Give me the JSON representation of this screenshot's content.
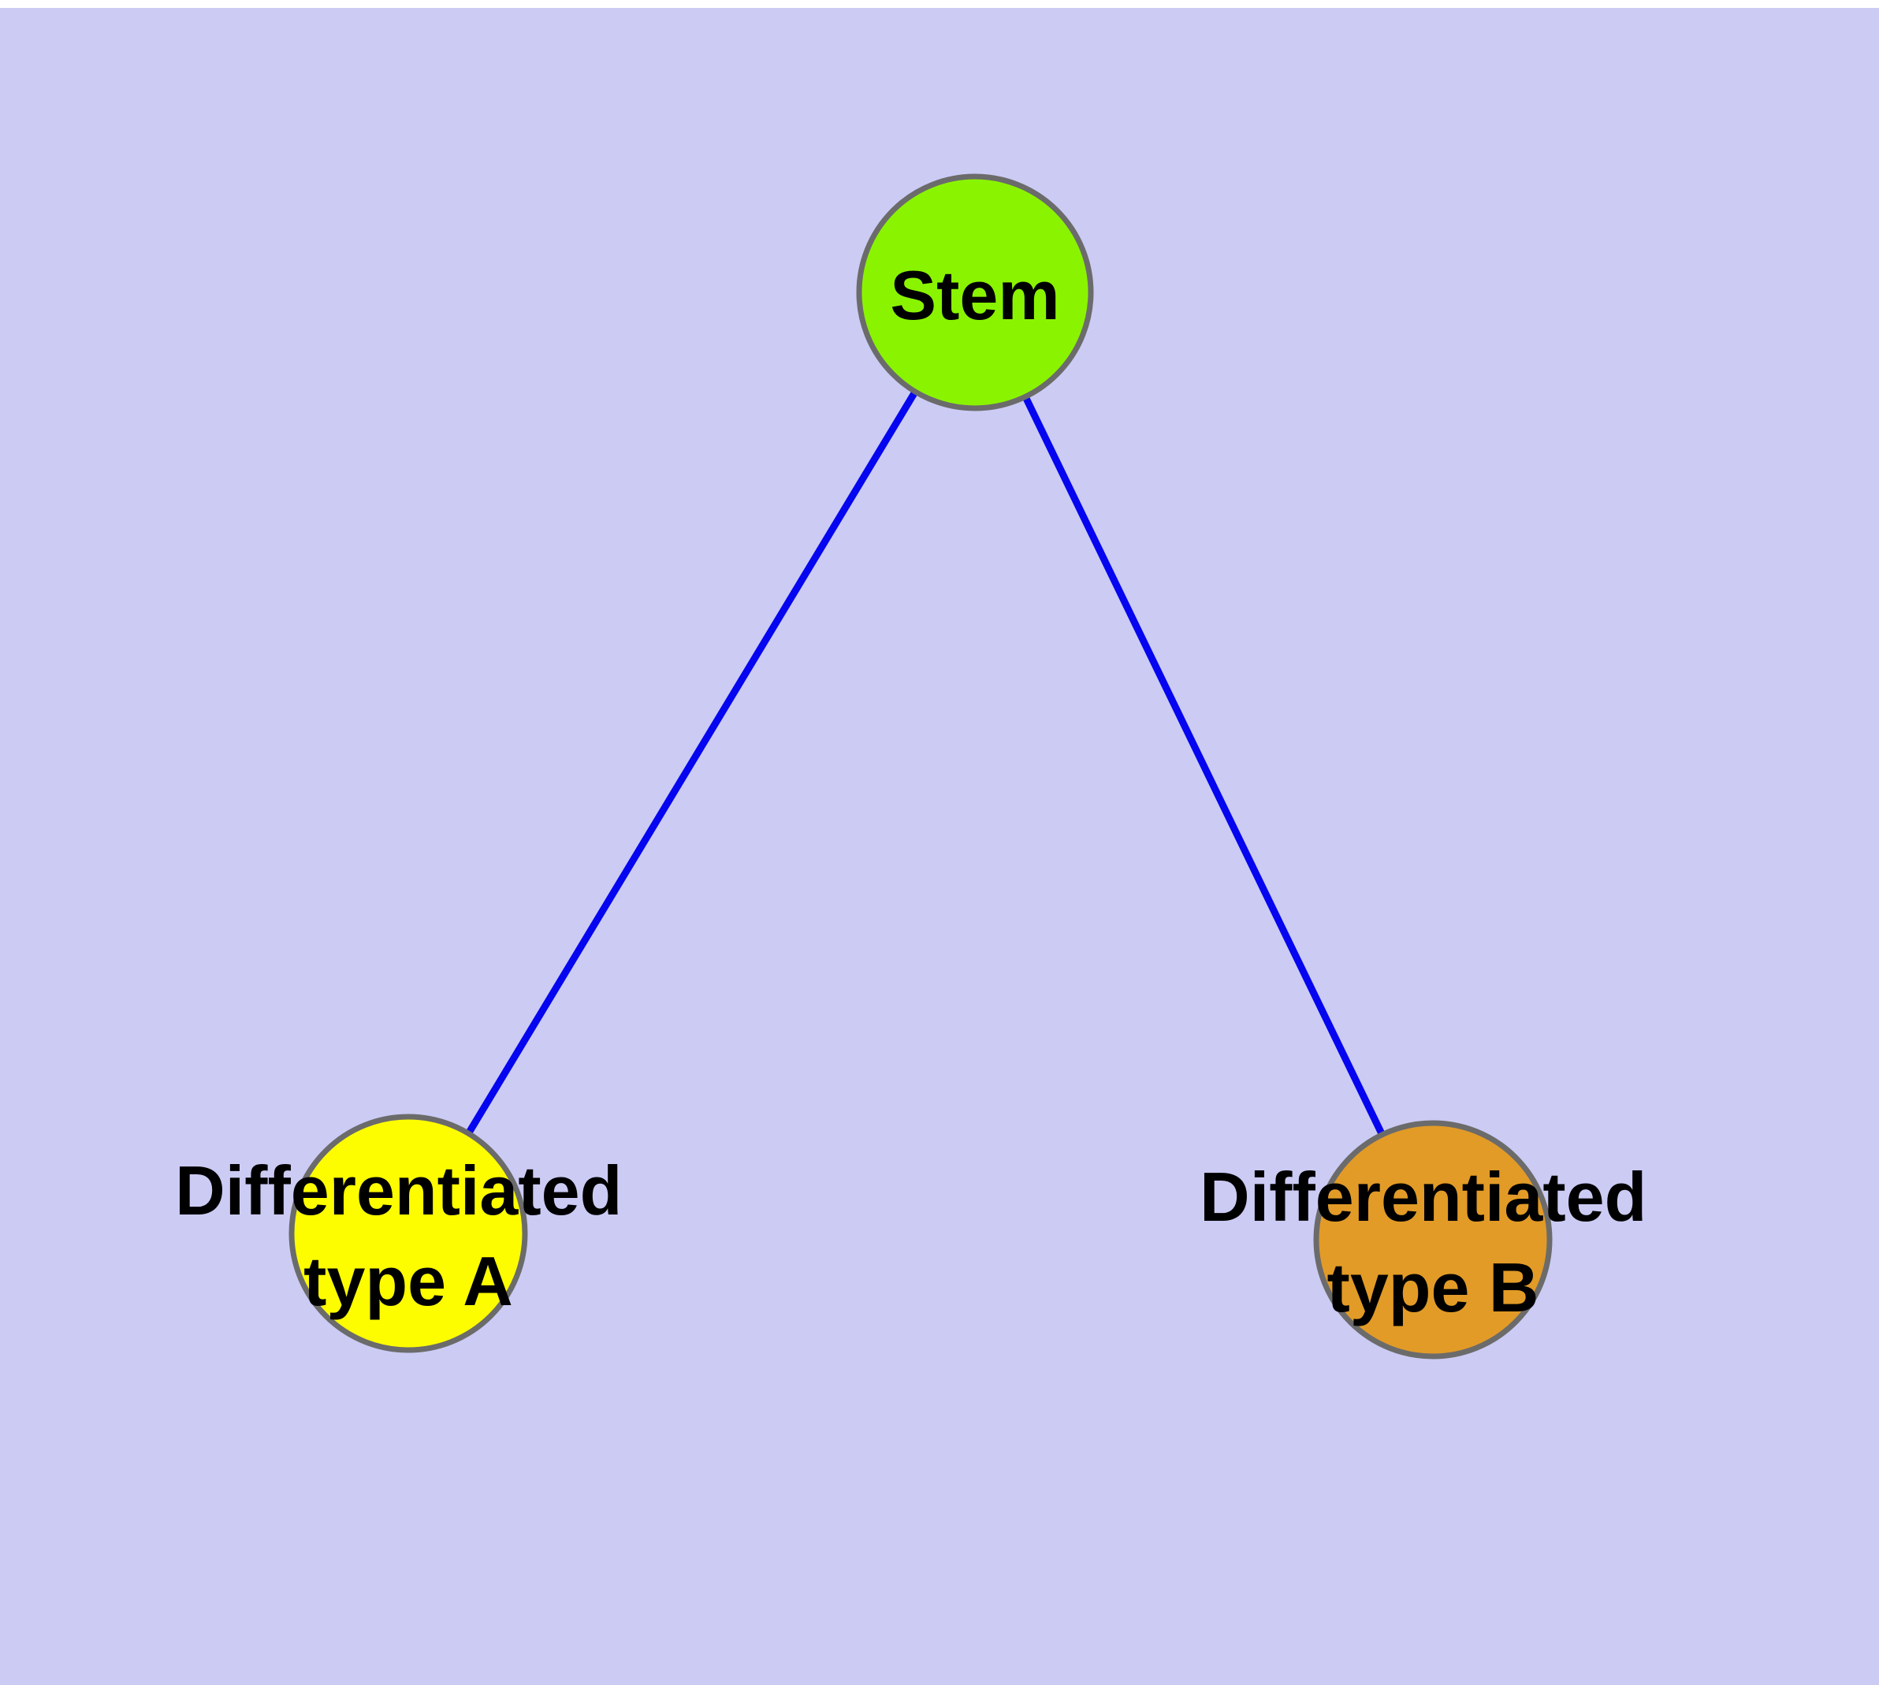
{
  "figure": {
    "type": "node-link-diagram",
    "description": "Stem cell differentiation graph: one stem node connected to two differentiated cell type nodes",
    "background_color": "#cbcbf4",
    "top_margin_color": "#ffffff",
    "edge_color": "#0505f0",
    "node_border_color": "#6b6b6b",
    "text_color": "#000000",
    "nodes": [
      {
        "id": "stem",
        "label": "Stem",
        "fill": "#8af400"
      },
      {
        "id": "differentiated-type-a",
        "label": "Differentiated type A",
        "label_line1": "Differentiated",
        "label_line2": "type A",
        "fill": "#fdfd00"
      },
      {
        "id": "differentiated-type-b",
        "label": "Differentiated type B",
        "label_line1": "Differentiated",
        "label_line2": "type B",
        "fill": "#e29b27"
      }
    ],
    "edges": [
      {
        "from": "stem",
        "to": "differentiated-type-a"
      },
      {
        "from": "stem",
        "to": "differentiated-type-b"
      }
    ]
  }
}
